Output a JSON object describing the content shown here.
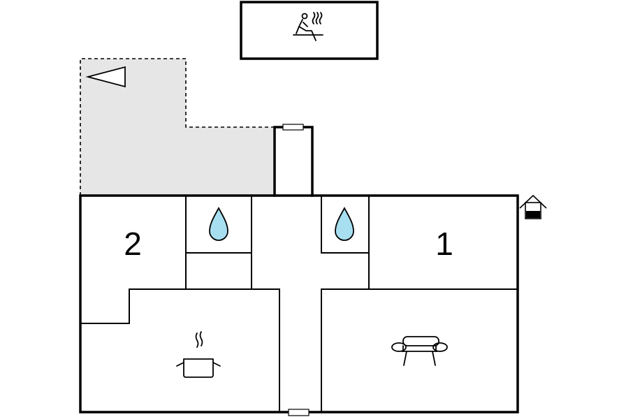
{
  "floorplan": {
    "rooms": [
      {
        "id": "bedroom-2",
        "label": "2"
      },
      {
        "id": "bedroom-1",
        "label": "1"
      }
    ],
    "icons": [
      "sauna-icon",
      "water-drop-icon",
      "cooking-pot-icon",
      "sofa-icon",
      "house-entrance-icon",
      "direction-arrow-icon"
    ],
    "colors": {
      "wall": "#000000",
      "terrace": "#e6e6e6",
      "water": "#a8dff0",
      "background": "#ffffff"
    }
  }
}
